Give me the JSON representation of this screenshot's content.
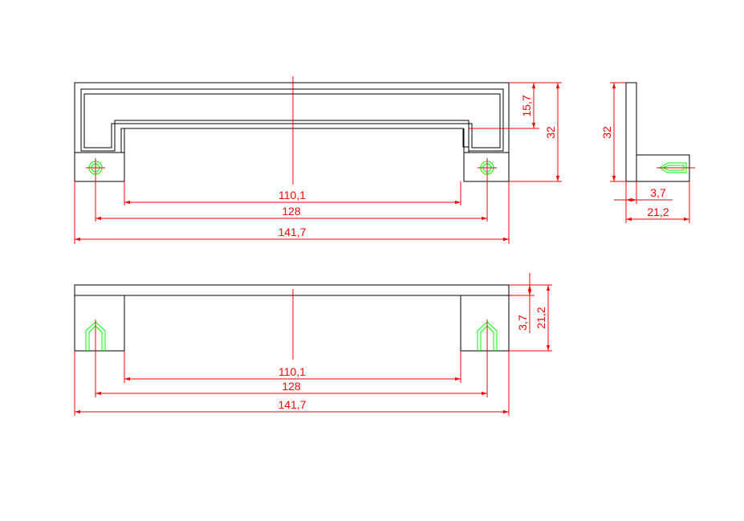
{
  "colors": {
    "outline": "#000000",
    "dimension": "#ff0000",
    "hole": "#00ff00",
    "background": "#ffffff"
  },
  "front_view": {
    "inner_gap": "110,1",
    "hole_spacing": "128",
    "overall_length": "141,7",
    "inner_height": "15,7",
    "total_height": "32"
  },
  "side_view": {
    "height": "32",
    "thickness": "3,7",
    "depth": "21,2"
  },
  "bottom_view": {
    "inner_gap": "110,1",
    "hole_spacing": "128",
    "overall_length": "141,7",
    "thickness": "3,7",
    "depth": "21,2"
  }
}
